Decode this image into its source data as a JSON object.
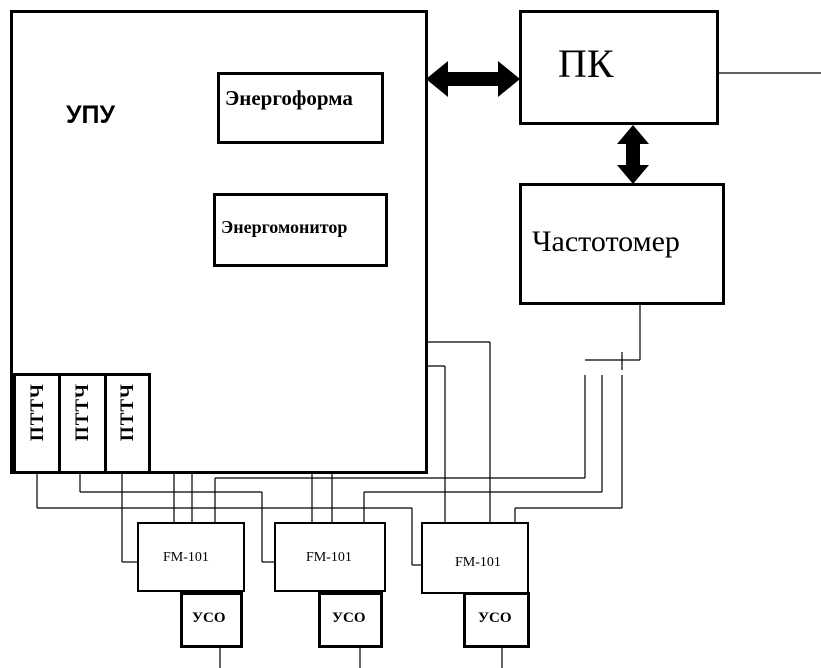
{
  "blocks": {
    "upu": {
      "label": "УПУ"
    },
    "energoforma": {
      "label": "Энергоформа"
    },
    "energomonitor": {
      "label": "Энергомонитор"
    },
    "pk": {
      "label": "ПК"
    },
    "chastotomer": {
      "label": "Частотомер"
    },
    "ports": [
      "ПТТЧ",
      "ПТТЧ",
      "ПТТЧ"
    ],
    "meters": [
      "FM-101",
      "FM-101",
      "FM-101"
    ],
    "uso": [
      "УСО",
      "УСО",
      "УСО"
    ]
  }
}
